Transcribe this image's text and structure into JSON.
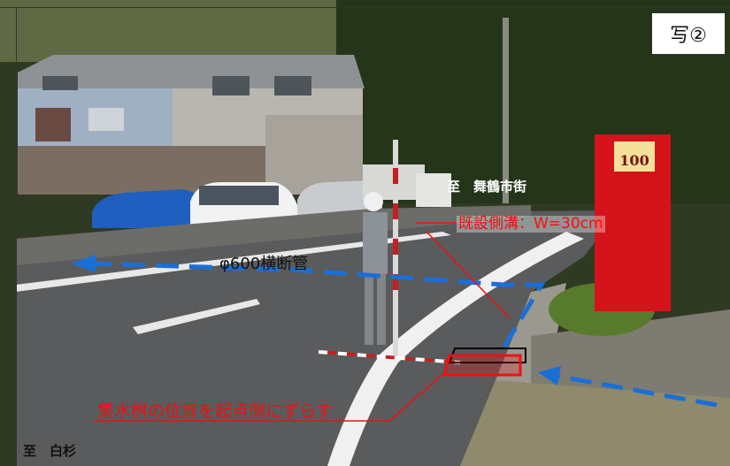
{
  "photo_badge": "写②",
  "direction_maizuru": "至　舞鶴市街",
  "ditch_label": "既設側溝：W=30cm",
  "pipe_label": "φ600横断管",
  "catch_basin_label": "集水桝の位置を起点側にずらす",
  "direction_shirasugi": "至　白杉",
  "sign_text": "100",
  "colors": {
    "annotation_red": "#ee1111",
    "arrow_blue": "#1a6fd6",
    "sign_red": "#d4141a"
  }
}
